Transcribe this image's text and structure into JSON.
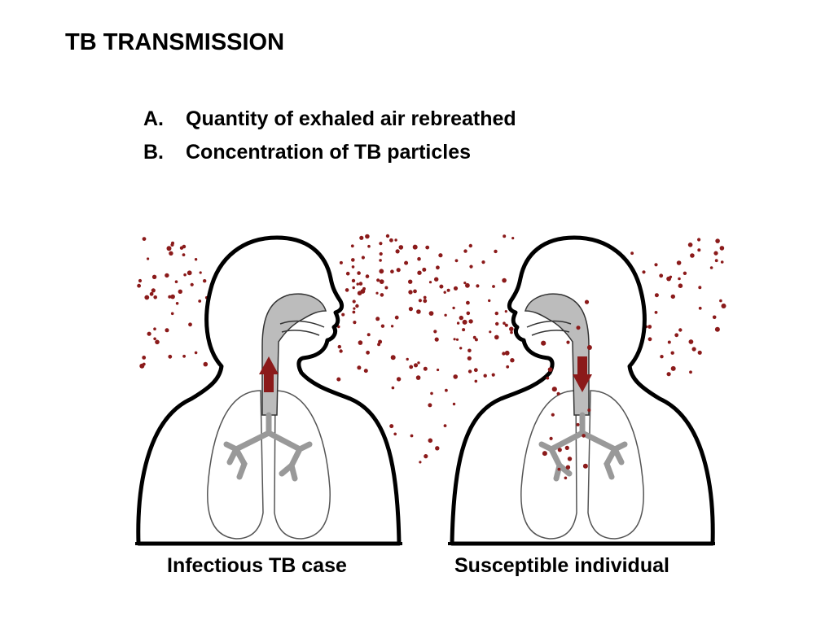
{
  "slide": {
    "title": "TB TRANSMISSION",
    "points": [
      {
        "marker": "A.",
        "text": "Quantity of exhaled air rebreathed"
      },
      {
        "marker": "B.",
        "text": "Concentration of TB particles"
      }
    ]
  },
  "illustration": {
    "particle_color": "#8b1a1a",
    "airway_color": "#bcbcbc",
    "left_figure": {
      "caption": "Infectious TB case",
      "arrow_direction": "up"
    },
    "right_figure": {
      "caption": "Susceptible individual",
      "arrow_direction": "down"
    }
  }
}
